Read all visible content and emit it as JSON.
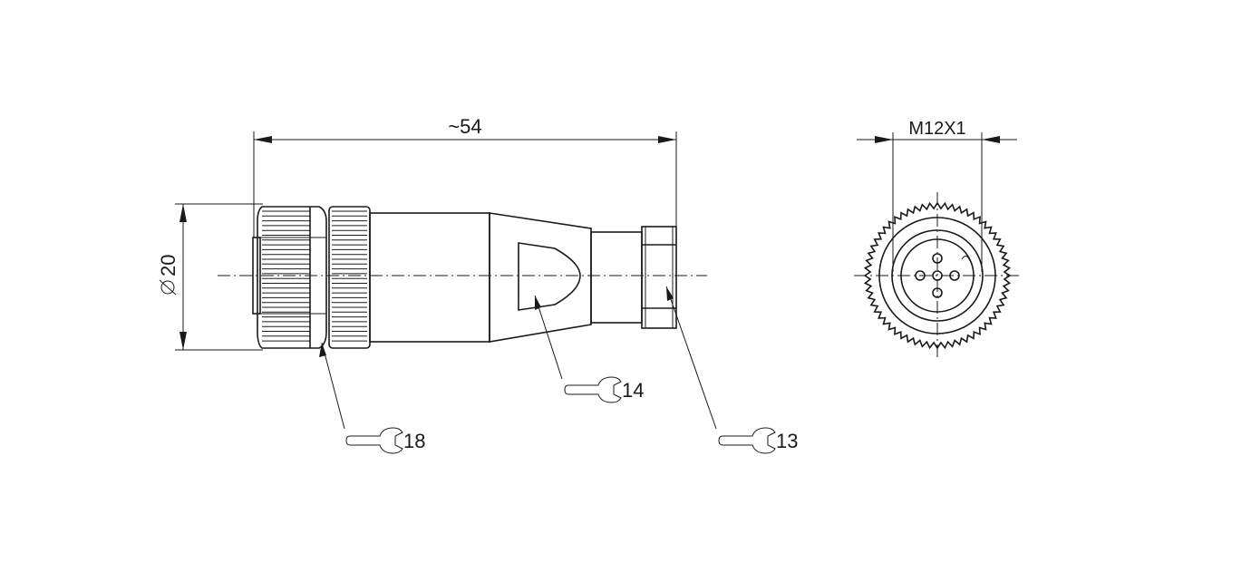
{
  "dimensions": {
    "length_label": "~54",
    "diameter_label": "20",
    "thread_label": "M12X1"
  },
  "wrench_sizes": {
    "coupling_nut": "18",
    "body": "14",
    "cable_nut": "13"
  },
  "colors": {
    "line": "#1a1a1a",
    "background": "#ffffff"
  }
}
